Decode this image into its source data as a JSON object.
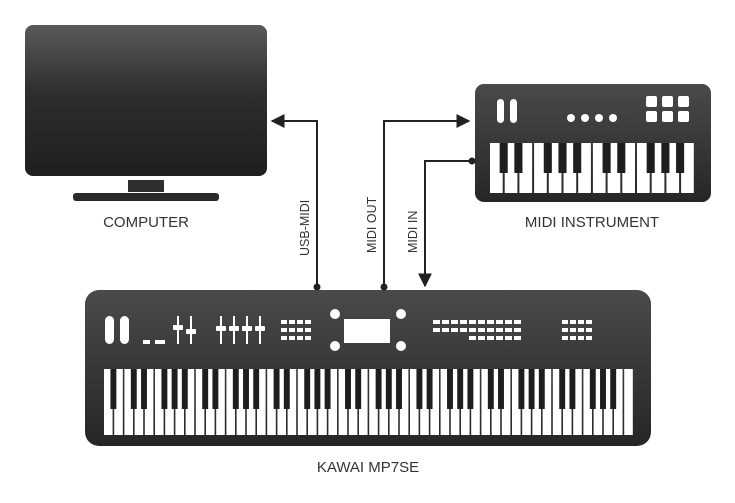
{
  "devices": {
    "computer": {
      "label": "COMPUTER"
    },
    "midi_instrument": {
      "label": "MIDI INSTRUMENT"
    },
    "main_keyboard": {
      "label": "KAWAI MP7SE"
    }
  },
  "connections": {
    "usb_midi": {
      "label": "USB-MIDI"
    },
    "midi_out": {
      "label": "MIDI OUT"
    },
    "midi_in": {
      "label": "MIDI IN"
    }
  },
  "colors": {
    "device_dark": "#2b2b2b",
    "device_light": "#5a5a5a",
    "line": "#222222",
    "text": "#333333"
  }
}
